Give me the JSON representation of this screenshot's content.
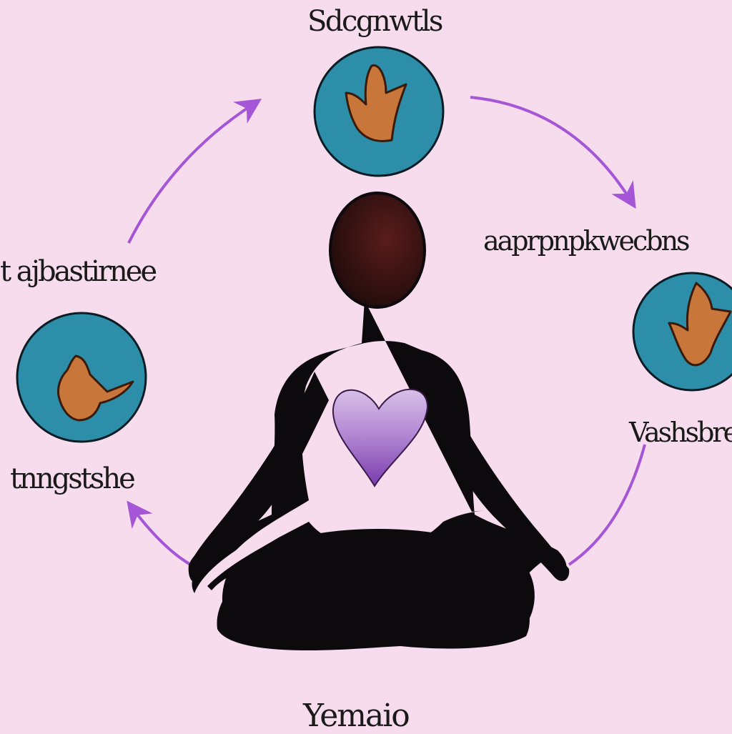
{
  "colors": {
    "background": "#f6dcec",
    "circle_fill": "#2c8ea8",
    "circle_stroke": "#0c1c24",
    "arrow": "#a556d6",
    "figure": "#0c0a0c",
    "heart": "#b07ad0",
    "hand": "#c8763a"
  },
  "labels": {
    "top": "Sdcgnwtls",
    "right": "aaprpnpkwecbns",
    "left_upper": "t ajbastirnee",
    "right_lower": "Vashsbre",
    "left_lower": "tnngstshe",
    "bottom": "Yemaio"
  },
  "icons": {
    "top_circle": "hand-icon",
    "left_circle": "hand-icon",
    "right_circle": "hand-icon",
    "heart": "heart-icon",
    "figure": "meditating-person-icon"
  }
}
